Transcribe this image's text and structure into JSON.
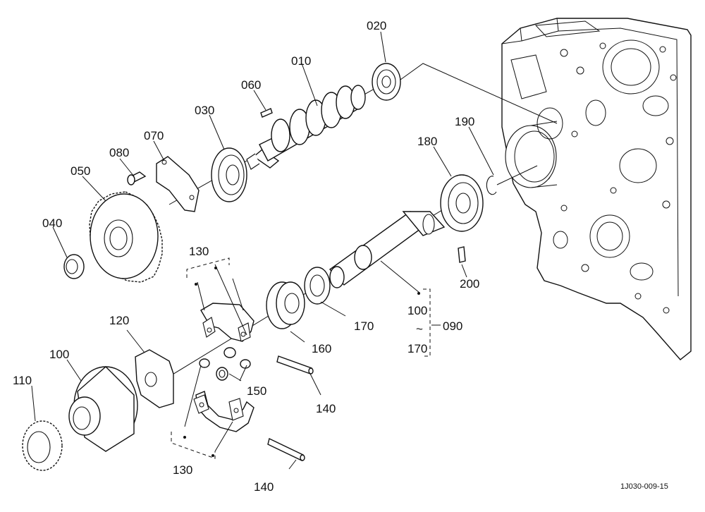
{
  "diagram": {
    "reference_code": "1J030-009-15",
    "labels": {
      "p010": "010",
      "p020": "020",
      "p030": "030",
      "p040": "040",
      "p050": "050",
      "p060": "060",
      "p070": "070",
      "p080": "080",
      "p090": "090",
      "p100": "100",
      "p110": "110",
      "p120": "120",
      "p130_top": "130",
      "p130_bottom": "130",
      "p140_upper": "140",
      "p140_lower": "140",
      "p150": "150",
      "p160": "160",
      "p170": "170",
      "p180": "180",
      "p190": "190",
      "p200": "200",
      "range_start": "100",
      "range_tilde": "~",
      "range_end": "170"
    }
  }
}
